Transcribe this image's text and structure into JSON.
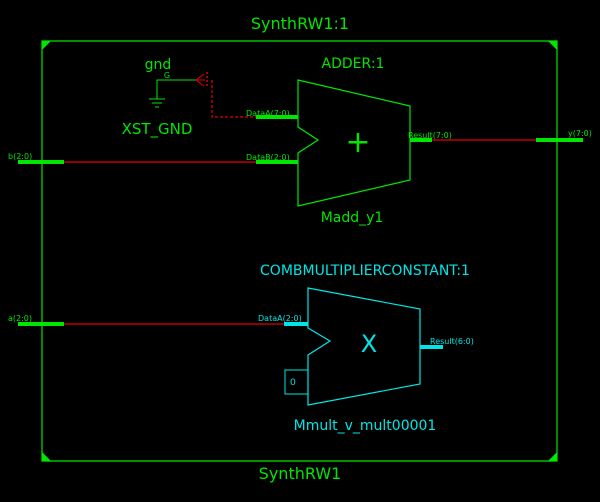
{
  "module": {
    "instance_label": "SynthRW1:1",
    "name_label": "SynthRW1"
  },
  "ports": {
    "b": "b(2:0)",
    "a": "a(2:0)",
    "y": "y(7:0)"
  },
  "ground": {
    "title": "gnd",
    "pin": "G",
    "instance": "XST_GND"
  },
  "adder": {
    "type_label": "ADDER:1",
    "symbol": "+",
    "pin_a": "DataA(7:0)",
    "pin_b": "DataB(2:0)",
    "pin_result": "Result(7:0)",
    "instance": "Madd_y1"
  },
  "multiplier": {
    "type_label": "COMBMULTIPLIERCONSTANT:1",
    "symbol": "X",
    "pin_a": "DataA(2:0)",
    "pin_result": "Result(6:0)",
    "constant": "0",
    "instance": "Mmult_v_mult00001"
  },
  "colors": {
    "background": "#000000",
    "frame": "#00e600",
    "adder": "#00e600",
    "multiplier": "#00e6e6",
    "wire": "#e60000"
  }
}
